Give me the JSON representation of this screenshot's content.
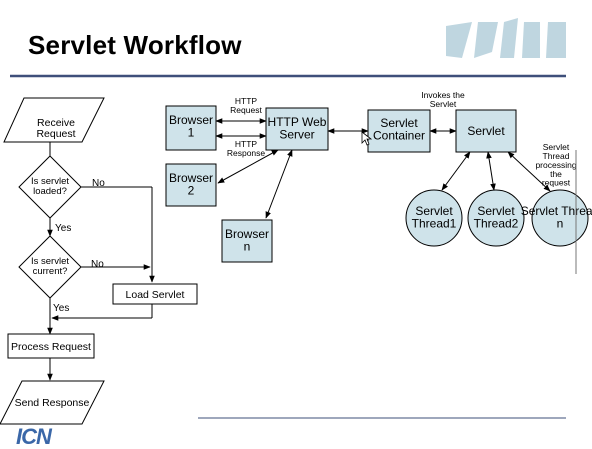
{
  "slide": {
    "title": "Servlet Workflow",
    "footer_logo": "ICN"
  },
  "flowchart": {
    "receive": "Receive Request",
    "is_loaded": "Is servlet loaded?",
    "is_current": "Is servlet current?",
    "load_servlet": "Load Servlet",
    "process_request": "Process Request",
    "send_response": "Send Response",
    "yes": "Yes",
    "no": "No"
  },
  "architecture": {
    "browser1": "Browser 1",
    "browser2": "Browser 2",
    "browsern": "Browser n",
    "web_server": "HTTP Web Server",
    "container": "Servlet Container",
    "servlet": "Servlet",
    "thread1": "Servlet Thread1",
    "thread2": "Servlet Thread2",
    "threadn": "Servlet Thread n",
    "http_request": "HTTP Request",
    "http_response": "HTTP Response",
    "invokes": "Invokes the Servlet",
    "processing": "Servlet Thread processing the request"
  },
  "colors": {
    "box_fill": "#cfe3ea",
    "title_rule": "#3e4f7a",
    "logo_light": "#bfd6e0",
    "footer_logo": "#3a67a8"
  }
}
